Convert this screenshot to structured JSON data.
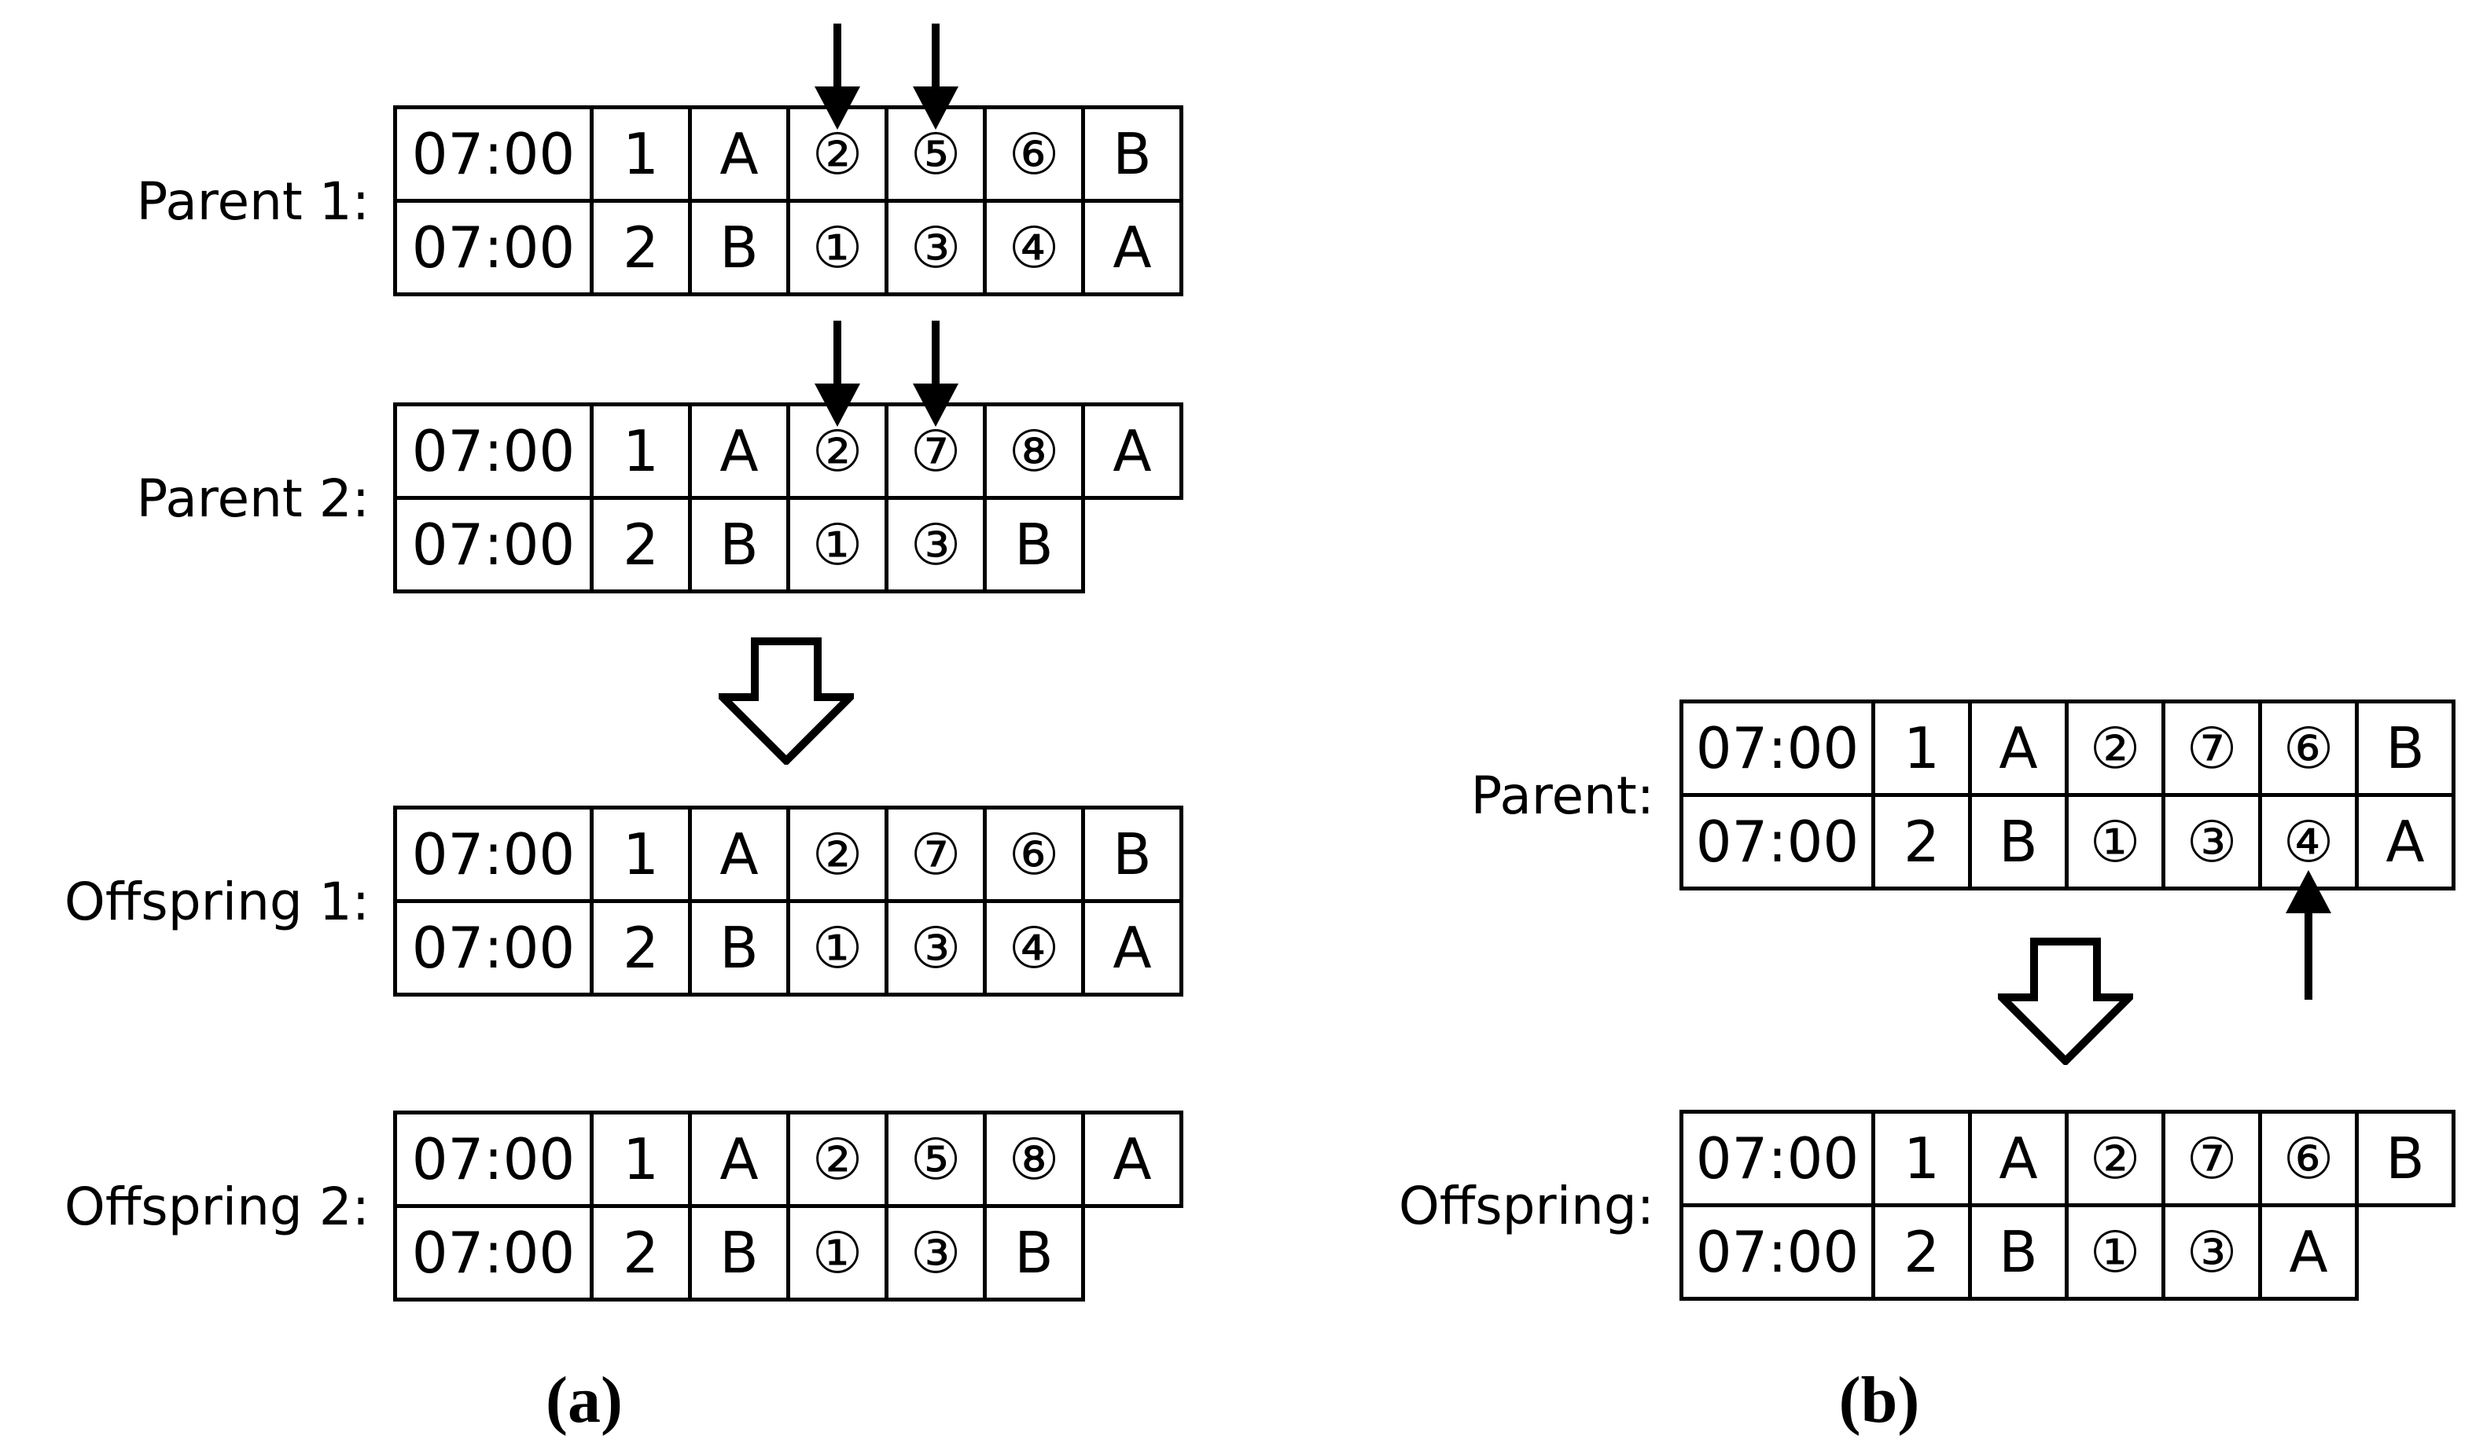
{
  "figure": {
    "description": "Genetic algorithm crossover and mutation on timetable chromosomes",
    "colors": {
      "ink": "#000000",
      "paper": "#ffffff"
    }
  },
  "panel_a": {
    "caption": "(a)",
    "blocks": [
      {
        "label": "Parent 1:",
        "crossover_cols": [
          3,
          4
        ],
        "rows": [
          [
            "07:00",
            "1",
            "A",
            "②",
            "⑤",
            "⑥",
            "B"
          ],
          [
            "07:00",
            "2",
            "B",
            "①",
            "③",
            "④",
            "A"
          ]
        ]
      },
      {
        "label": "Parent 2:",
        "crossover_cols": [
          3,
          4
        ],
        "rows": [
          [
            "07:00",
            "1",
            "A",
            "②",
            "⑦",
            "⑧",
            "A"
          ],
          [
            "07:00",
            "2",
            "B",
            "①",
            "③",
            "B"
          ]
        ]
      },
      {
        "label": "Offspring 1:",
        "rows": [
          [
            "07:00",
            "1",
            "A",
            "②",
            "⑦",
            "⑥",
            "B"
          ],
          [
            "07:00",
            "2",
            "B",
            "①",
            "③",
            "④",
            "A"
          ]
        ]
      },
      {
        "label": "Offspring 2:",
        "rows": [
          [
            "07:00",
            "1",
            "A",
            "②",
            "⑤",
            "⑧",
            "A"
          ],
          [
            "07:00",
            "2",
            "B",
            "①",
            "③",
            "B"
          ]
        ]
      }
    ]
  },
  "panel_b": {
    "caption": "(b)",
    "blocks": [
      {
        "label": "Parent:",
        "mutation_col": 5,
        "rows": [
          [
            "07:00",
            "1",
            "A",
            "②",
            "⑦",
            "⑥",
            "B"
          ],
          [
            "07:00",
            "2",
            "B",
            "①",
            "③",
            "④",
            "A"
          ]
        ]
      },
      {
        "label": "Offspring:",
        "rows": [
          [
            "07:00",
            "1",
            "A",
            "②",
            "⑦",
            "⑥",
            "B"
          ],
          [
            "07:00",
            "2",
            "B",
            "①",
            "③",
            "A"
          ]
        ]
      }
    ]
  },
  "icons": {
    "crossover_marker": "solid-down-arrow",
    "mutation_marker": "solid-up-arrow",
    "derives_marker": "hollow-down-block-arrow"
  }
}
